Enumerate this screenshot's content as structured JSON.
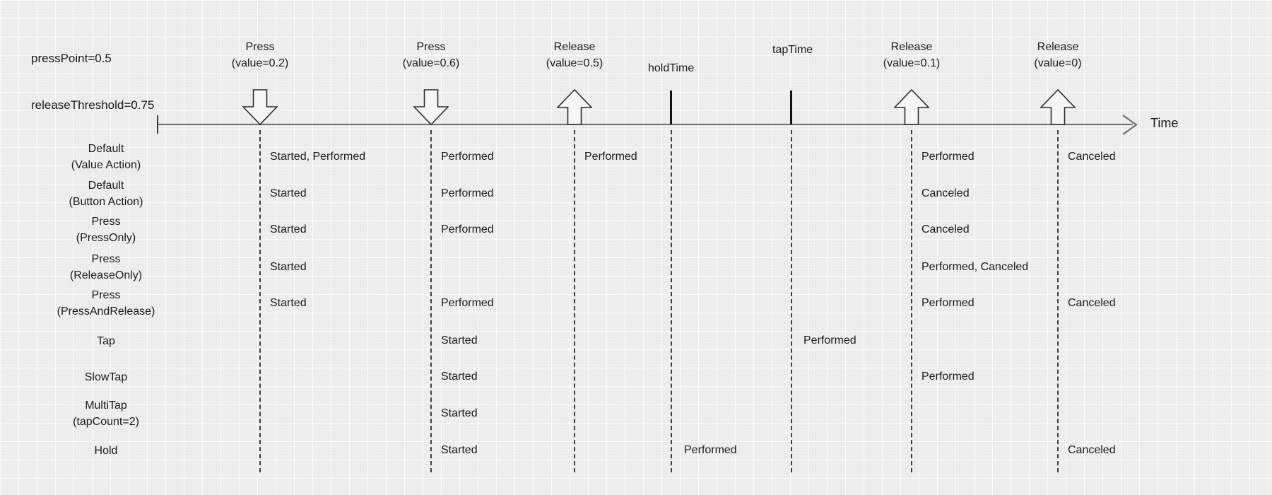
{
  "config": {
    "line1": "pressPoint=0.5",
    "line2": "releaseThreshold=0.75"
  },
  "axis": {
    "label": "Time"
  },
  "colors": {
    "background": "#eeeeee",
    "grid_line": "#fafafa",
    "axis": "#6e6e6e",
    "text": "#1a1a1a",
    "arrow_fill": "#f6f6f6",
    "arrow_stroke": "#2b2b2b"
  },
  "events": [
    {
      "name": "press-1",
      "icon": "down-arrow",
      "label": "Press",
      "sublabel": "(value=0.2)"
    },
    {
      "name": "press-2",
      "icon": "down-arrow",
      "label": "Press",
      "sublabel": "(value=0.6)"
    },
    {
      "name": "release-1",
      "icon": "up-arrow",
      "label": "Release",
      "sublabel": "(value=0.5)"
    },
    {
      "name": "hold-time",
      "icon": "tick-mark",
      "label": "holdTime",
      "sublabel": ""
    },
    {
      "name": "tap-time",
      "icon": "tick-mark",
      "label": "tapTime",
      "sublabel": ""
    },
    {
      "name": "release-2",
      "icon": "up-arrow",
      "label": "Release",
      "sublabel": "(value=0.1)"
    },
    {
      "name": "release-3",
      "icon": "up-arrow",
      "label": "Release",
      "sublabel": "(value=0)"
    }
  ],
  "rows": [
    {
      "label": "Default",
      "sublabel": "(Value Action)",
      "states": [
        {
          "event": "press-1",
          "text": "Started, Performed"
        },
        {
          "event": "press-2",
          "text": "Performed"
        },
        {
          "event": "release-1",
          "text": "Performed"
        },
        {
          "event": "release-2",
          "text": "Performed"
        },
        {
          "event": "release-3",
          "text": "Canceled"
        }
      ]
    },
    {
      "label": "Default",
      "sublabel": "(Button Action)",
      "states": [
        {
          "event": "press-1",
          "text": "Started"
        },
        {
          "event": "press-2",
          "text": "Performed"
        },
        {
          "event": "release-2",
          "text": "Canceled"
        }
      ]
    },
    {
      "label": "Press",
      "sublabel": "(PressOnly)",
      "states": [
        {
          "event": "press-1",
          "text": "Started"
        },
        {
          "event": "press-2",
          "text": "Performed"
        },
        {
          "event": "release-2",
          "text": "Canceled"
        }
      ]
    },
    {
      "label": "Press",
      "sublabel": "(ReleaseOnly)",
      "states": [
        {
          "event": "press-1",
          "text": "Started"
        },
        {
          "event": "release-2",
          "text": "Performed, Canceled"
        }
      ]
    },
    {
      "label": "Press",
      "sublabel": "(PressAndRelease)",
      "states": [
        {
          "event": "press-1",
          "text": "Started"
        },
        {
          "event": "press-2",
          "text": "Performed"
        },
        {
          "event": "release-2",
          "text": "Performed"
        },
        {
          "event": "release-3",
          "text": "Canceled"
        }
      ]
    },
    {
      "label": "Tap",
      "sublabel": "",
      "states": [
        {
          "event": "press-2",
          "text": "Started"
        },
        {
          "event": "tap-time",
          "text": "Performed"
        }
      ]
    },
    {
      "label": "SlowTap",
      "sublabel": "",
      "states": [
        {
          "event": "press-2",
          "text": "Started"
        },
        {
          "event": "release-2",
          "text": "Performed"
        }
      ]
    },
    {
      "label": "MultiTap",
      "sublabel": "(tapCount=2)",
      "states": [
        {
          "event": "press-2",
          "text": "Started"
        }
      ]
    },
    {
      "label": "Hold",
      "sublabel": "",
      "states": [
        {
          "event": "press-2",
          "text": "Started"
        },
        {
          "event": "hold-time",
          "text": "Performed"
        },
        {
          "event": "release-3",
          "text": "Canceled"
        }
      ]
    }
  ]
}
